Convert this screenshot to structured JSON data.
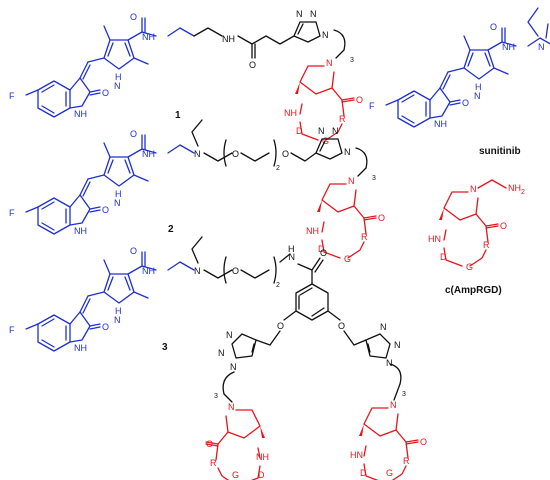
{
  "compounds": {
    "c1": {
      "label": "1"
    },
    "c2": {
      "label": "2"
    },
    "c3": {
      "label": "3"
    },
    "sunitinib": {
      "label": "sunitinib"
    },
    "ampRGD": {
      "label": "c(AmpRGD)"
    }
  },
  "atoms": {
    "F": "F",
    "O": "O",
    "NH": "NH",
    "HN": "HN",
    "H": "H",
    "N": "N",
    "NH2": "NH",
    "NH2_sub": "2",
    "D": "D",
    "G": "G",
    "R": "R",
    "repeat2": "2",
    "repeat3": "3"
  },
  "colors": {
    "sunitinib_moiety": "#1f2fd0",
    "linker": "#111111",
    "rgd_moiety": "#e8141b"
  }
}
